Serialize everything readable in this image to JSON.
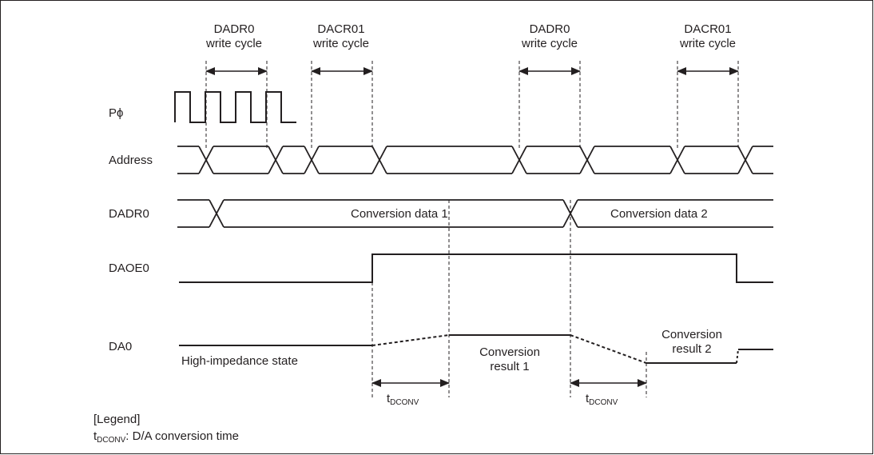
{
  "headers": [
    {
      "line1": "DADR0",
      "line2": "write cycle"
    },
    {
      "line1": "DACR01",
      "line2": "write cycle"
    },
    {
      "line1": "DADR0",
      "line2": "write cycle"
    },
    {
      "line1": "DACR01",
      "line2": "write cycle"
    }
  ],
  "signals": {
    "pphi": "Pϕ",
    "address": "Address",
    "dadr0": "DADR0",
    "daoe0": "DAOE0",
    "da0": "DA0"
  },
  "data_labels": {
    "conversion_data_1": "Conversion data 1",
    "conversion_data_2": "Conversion data 2",
    "high_impedance": "High-impedance state",
    "result1_line1": "Conversion",
    "result1_line2": "result 1",
    "result2_line1": "Conversion",
    "result2_line2": "result 2"
  },
  "timing": {
    "t_main": "t",
    "t_sub": "DCONV"
  },
  "legend": {
    "title": "[Legend]",
    "t_main": "t",
    "t_sub": "DCONV",
    "description": ":  D/A conversion time"
  }
}
